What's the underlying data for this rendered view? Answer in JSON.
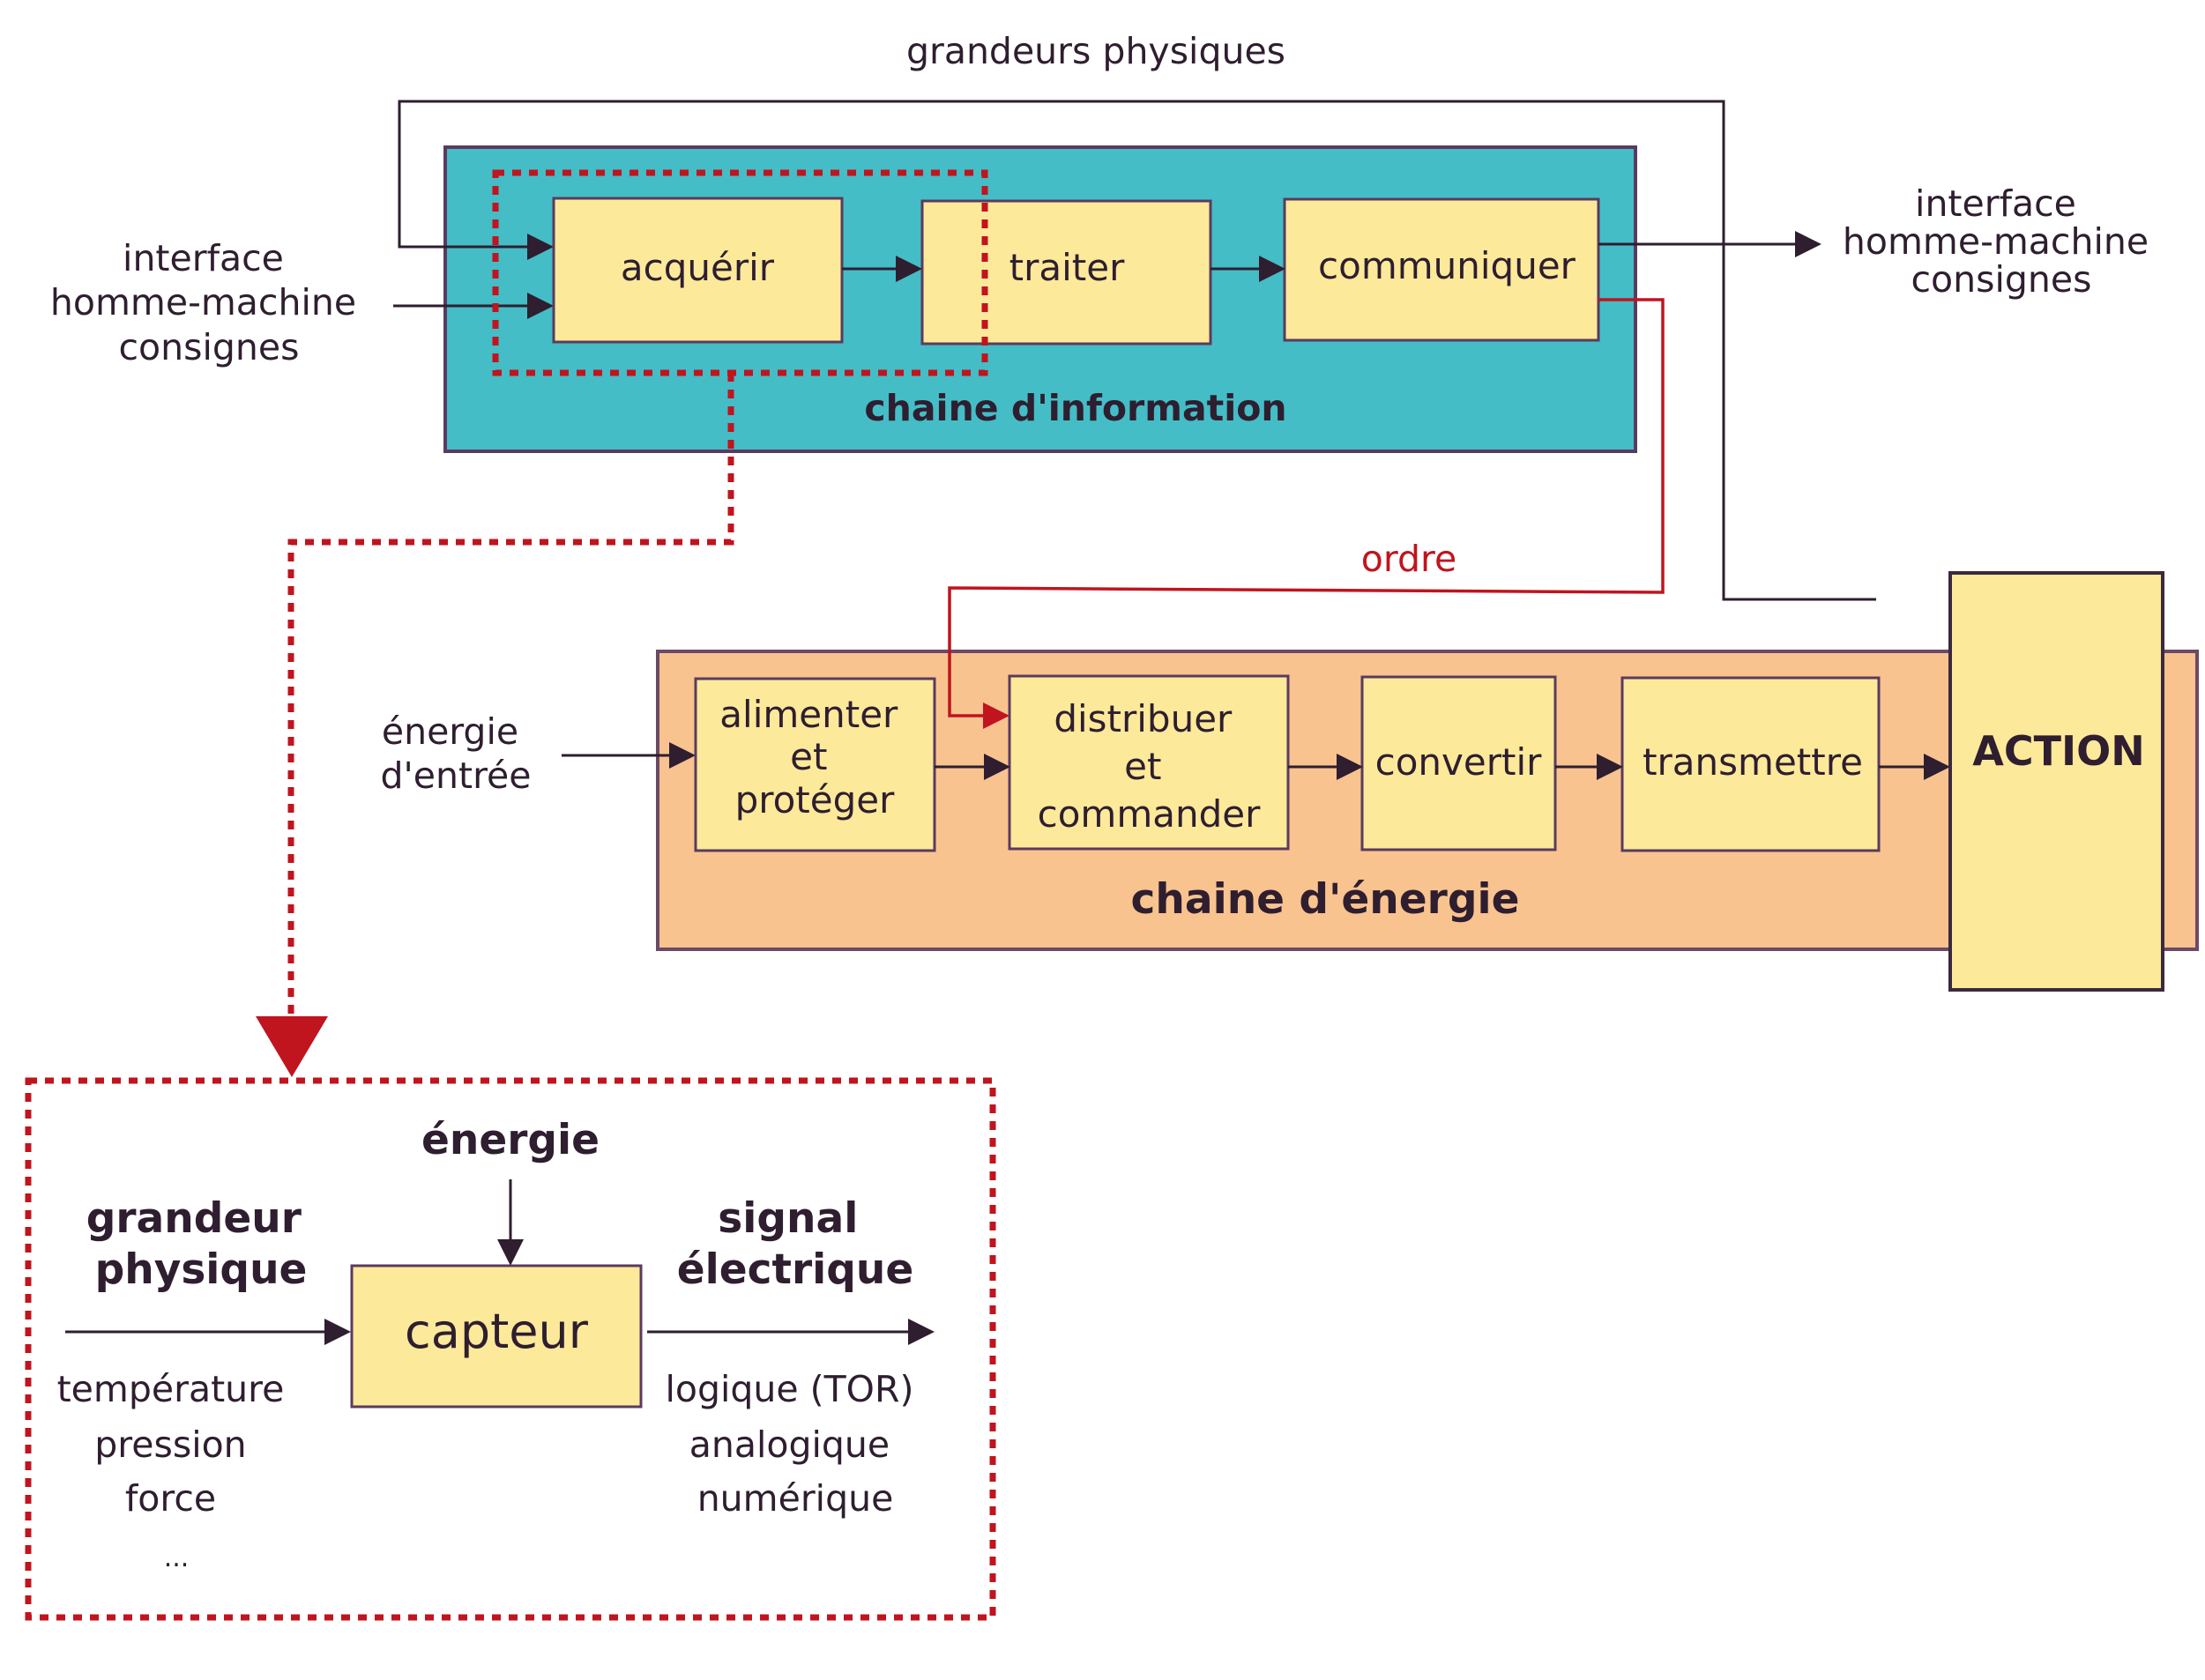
{
  "colors": {
    "ink": "#2e1e2f",
    "teal": "#44bdc6",
    "orange": "#f8c38f",
    "block": "#fde99a",
    "red": "#c0141e"
  },
  "top_label": "grandeurs physiques",
  "left_inputs": {
    "line1": "interface",
    "line2": "homme-machine",
    "line3": "consignes"
  },
  "right_outputs": {
    "line1": "interface",
    "line2": "homme-machine",
    "line3": "consignes"
  },
  "info_chain": {
    "label": "chaine d'information",
    "blocks": {
      "acquerir": "acquérir",
      "traiter": "traiter",
      "communiquer": "communiquer"
    }
  },
  "order_label": "ordre",
  "energy_input": {
    "line1": "énergie",
    "line2": "d'entrée"
  },
  "energy_chain": {
    "label": "chaine d'énergie",
    "alimenter": {
      "line1": "alimenter",
      "line2": "et",
      "line3": "protéger"
    },
    "distribuer": {
      "line1": "distribuer",
      "line2": "et",
      "line3": "commander"
    },
    "convertir": "convertir",
    "transmettre": "transmettre"
  },
  "action_label": "ACTION",
  "sensor": {
    "energy_label": "énergie",
    "input_title": {
      "line1": "grandeur",
      "line2": "physique"
    },
    "block": "capteur",
    "output_title": {
      "line1": "signal",
      "line2": "électrique"
    },
    "input_examples": [
      "température",
      "pression",
      "force",
      "..."
    ],
    "output_types": [
      "logique (TOR)",
      "analogique",
      "numérique"
    ]
  }
}
